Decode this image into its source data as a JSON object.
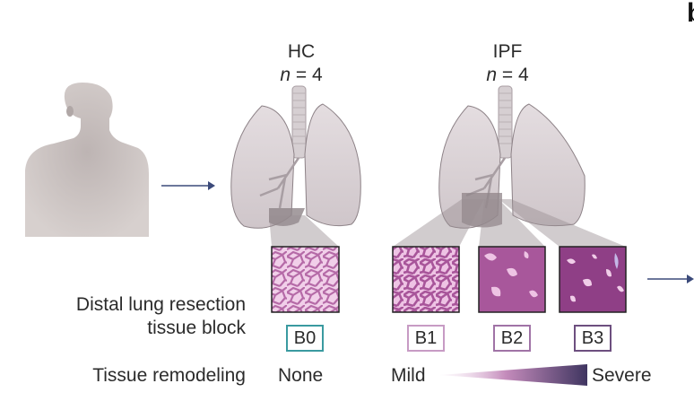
{
  "groups": [
    {
      "name": "HC",
      "n_prefix": "n",
      "n_value": " = 4"
    },
    {
      "name": "IPF",
      "n_prefix": "n",
      "n_value": " = 4"
    }
  ],
  "panel_letter": "b",
  "row_labels": {
    "tissue_block_line1": "Distal lung resection",
    "tissue_block_line2": "tissue block",
    "remodeling": "Tissue remodeling"
  },
  "blocks": [
    {
      "label": "B0",
      "color": "#3a9aa0"
    },
    {
      "label": "B1",
      "color": "#c79bc4"
    },
    {
      "label": "B2",
      "color": "#a073a6"
    },
    {
      "label": "B3",
      "color": "#6d4f7f"
    }
  ],
  "remodeling_levels": {
    "none": "None",
    "mild": "Mild",
    "severe": "Severe"
  },
  "colors": {
    "arrow": "#3b4a7a",
    "body": "#c9c2c0",
    "lung": "#ddd6d8",
    "lung_edge": "#8d8287",
    "tissue_light": "#e5b6d9",
    "tissue_dark": "#9a4f8e",
    "gradient_start": "#f1ddef",
    "gradient_end": "#4a3a68"
  }
}
